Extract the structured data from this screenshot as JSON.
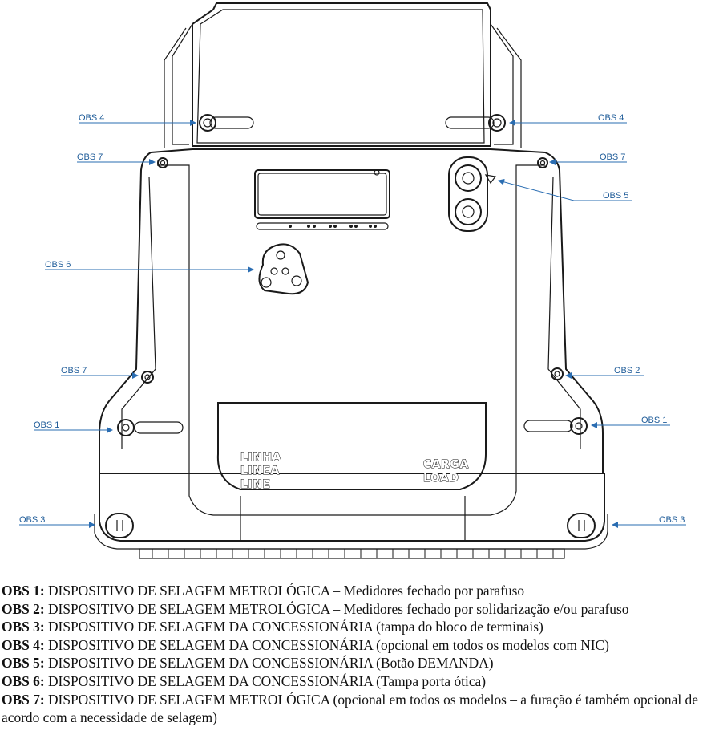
{
  "callouts": {
    "obs4_left": "OBS 4",
    "obs4_right": "OBS 4",
    "obs7_left_top": "OBS 7",
    "obs7_right_top": "OBS 7",
    "obs5": "OBS 5",
    "obs6": "OBS 6",
    "obs7_left_bottom": "OBS 7",
    "obs2": "OBS 2",
    "obs1_left": "OBS 1",
    "obs1_right": "OBS 1",
    "obs3_left": "OBS 3",
    "obs3_right": "OBS 3"
  },
  "terminal_labels": {
    "line_1": "LINHA",
    "line_2": "LINEA",
    "line_3": "LINE",
    "load_1": "CARGA",
    "load_2": "LOAD"
  },
  "notes": [
    {
      "key": "OBS 1:",
      "text": " DISPOSITIVO DE SELAGEM METROLÓGICA – Medidores fechado por parafuso"
    },
    {
      "key": "OBS 2:",
      "text": " DISPOSITIVO DE SELAGEM METROLÓGICA – Medidores fechado por solidarização e/ou parafuso"
    },
    {
      "key": "OBS 3:",
      "text": " DISPOSITIVO DE SELAGEM DA CONCESSIONÁRIA (tampa do bloco de terminais)"
    },
    {
      "key": "OBS 4:",
      "text": " DISPOSITIVO DE SELAGEM DA CONCESSIONÁRIA (opcional em todos os modelos com NIC)"
    },
    {
      "key": "OBS 5:",
      "text": " DISPOSITIVO DE SELAGEM DA CONCESSIONÁRIA (Botão DEMANDA)"
    },
    {
      "key": "OBS 6:",
      "text": " DISPOSITIVO DE SELAGEM DA CONCESSIONÁRIA (Tampa porta ótica)"
    },
    {
      "key": "OBS 7:",
      "text": " DISPOSITIVO DE SELAGEM METROLÓGICA (opcional em todos os modelos – a furação é também opcional de acordo com a necessidade de selagem)"
    }
  ]
}
